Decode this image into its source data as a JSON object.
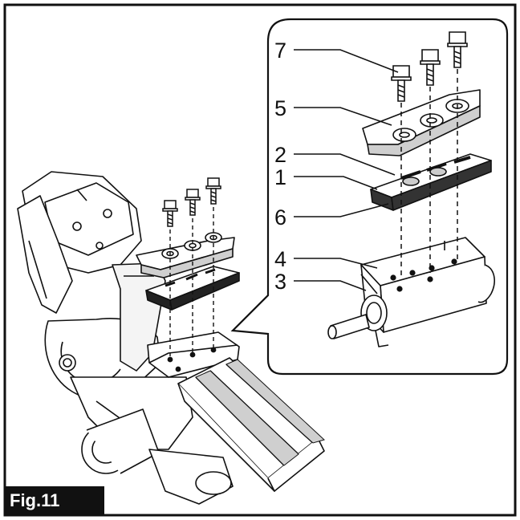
{
  "figure": {
    "label": "Fig.11",
    "callouts": [
      "7",
      "5",
      "2",
      "1",
      "6",
      "4",
      "3"
    ]
  },
  "colors": {
    "ink": "#111111",
    "paper": "#ffffff",
    "shade": "#bdbdbd",
    "badge_bg": "#111111"
  }
}
